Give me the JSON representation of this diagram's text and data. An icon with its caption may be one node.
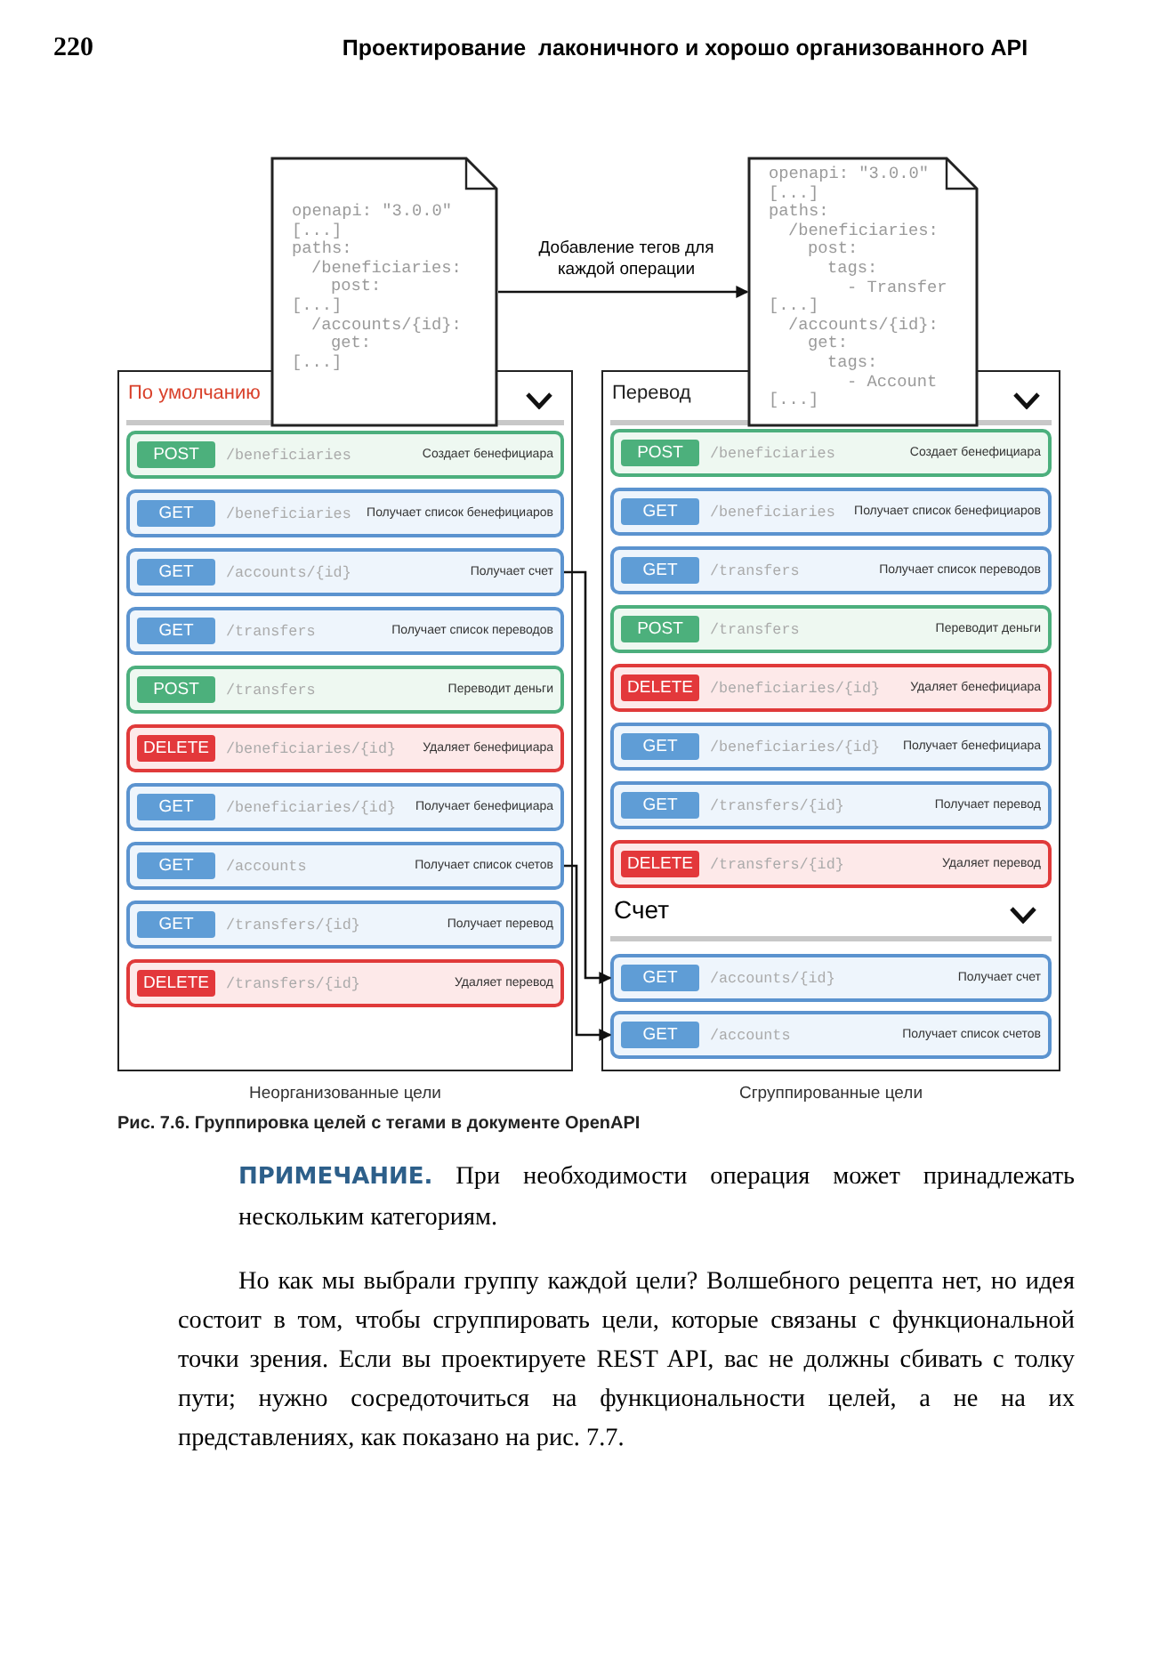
{
  "diagram": {
    "caption": "Рис. 7.6. Группировка целей с тегами в документе OpenAPI",
    "nodes": [
      {
        "text": [
          "openapi: \"3.0.0\"",
          "[...]",
          "paths:",
          "/beneficiaries:",
          "post:",
          "[...]",
          "/accounts/{id}:",
          "get:",
          "[...]"
        ]
      },
      {
        "text": [
          "openapi: \"3.0.0\"",
          "[...]",
          "paths:",
          "/beneficiaries:",
          "post:",
          "tags:",
          "- Transfer",
          "[...]",
          "/accounts/{id}:",
          "get:",
          "tags:",
          "- Account",
          "[...]"
        ]
      },
      {
        "text": [
          "По умолчанию"
        ],
        "beside": [
          "Неорганизованные цели"
        ]
      },
      {
        "text": [
          "POST",
          "/beneficiaries",
          "Создает бенефициара"
        ],
        "in": 2
      },
      {
        "text": [
          "GET",
          "/beneficiaries",
          "Получает список бенефициаров"
        ],
        "in": 2
      },
      {
        "text": [
          "GET",
          "/accounts/{id}",
          "Получает счет"
        ],
        "in": 2
      },
      {
        "text": [
          "GET",
          "/transfers",
          "Получает список переводов"
        ],
        "in": 2
      },
      {
        "text": [
          "POST",
          "/transfers",
          "Переводит деньги"
        ],
        "in": 2
      },
      {
        "text": [
          "DELETE",
          "/beneficiaries/{id}",
          "Удаляет бенефициара"
        ],
        "in": 2
      },
      {
        "text": [
          "GET",
          "/beneficiaries/{id}",
          "Получает бенефициара"
        ],
        "in": 2
      },
      {
        "text": [
          "GET",
          "/accounts",
          "Получает список счетов"
        ],
        "in": 2
      },
      {
        "text": [
          "GET",
          "/transfers/{id}",
          "Получает перевод"
        ],
        "in": 2
      },
      {
        "text": [
          "DELETE",
          "/transfers/{id}",
          "Удаляет перевод"
        ],
        "in": 2
      },
      {
        "text": [
          "Перевод"
        ],
        "beside": [
          "Сгруппированные цели"
        ]
      },
      {
        "text": [
          "POST",
          "/beneficiaries",
          "Создает бенефициара"
        ],
        "in": 13
      },
      {
        "text": [
          "GET",
          "/beneficiaries",
          "Получает список бенефициаров"
        ],
        "in": 13
      },
      {
        "text": [
          "GET",
          "/transfers",
          "Получает список переводов"
        ],
        "in": 13
      },
      {
        "text": [
          "POST",
          "/transfers",
          "Переводит деньги"
        ],
        "in": 13
      },
      {
        "text": [
          "DELETE",
          "/beneficiaries/{id}",
          "Удаляет бенефициара"
        ],
        "in": 13
      },
      {
        "text": [
          "GET",
          "/beneficiaries/{id}",
          "Получает бенефициара"
        ],
        "in": 13
      },
      {
        "text": [
          "GET",
          "/transfers/{id}",
          "Получает перевод"
        ],
        "in": 13
      },
      {
        "text": [
          "DELETE",
          "/transfers/{id}",
          "Удаляет перевод"
        ],
        "in": 13
      },
      {
        "text": [
          "Счет"
        ],
        "in": 13
      },
      {
        "text": [
          "GET",
          "/accounts/{id}",
          "Получает счет"
        ],
        "in": 13
      },
      {
        "text": [
          "GET",
          "/accounts",
          "Получает список счетов"
        ],
        "in": 13
      }
    ],
    "edges": [
      {
        "from": 0,
        "to": 1,
        "arrow": "to",
        "label": "Добавление тегов для каждой операции"
      },
      {
        "from": 5,
        "to": 23,
        "arrow": "to"
      },
      {
        "from": 10,
        "to": 24,
        "arrow": "to"
      }
    ],
    "labels": [
      "220",
      "Проектирование  лаконичного и хорошо организованного API",
      "**ПРИМЕЧАНИЕ.** При необходимости операция может принадлежать нескольким категориям.",
      "Но как мы выбрали группу каждой цели? Волшебного рецепта нет, но идея состоит в том, чтобы сгруппировать цели, которые связаны с функциональной точки зрения. Если вы проектируете REST API, вас не должны сбивать с толку пути; нужно сосредоточиться на функциональности целей, а не на их представлениях, как показано на рис. 7.7."
    ]
  }
}
